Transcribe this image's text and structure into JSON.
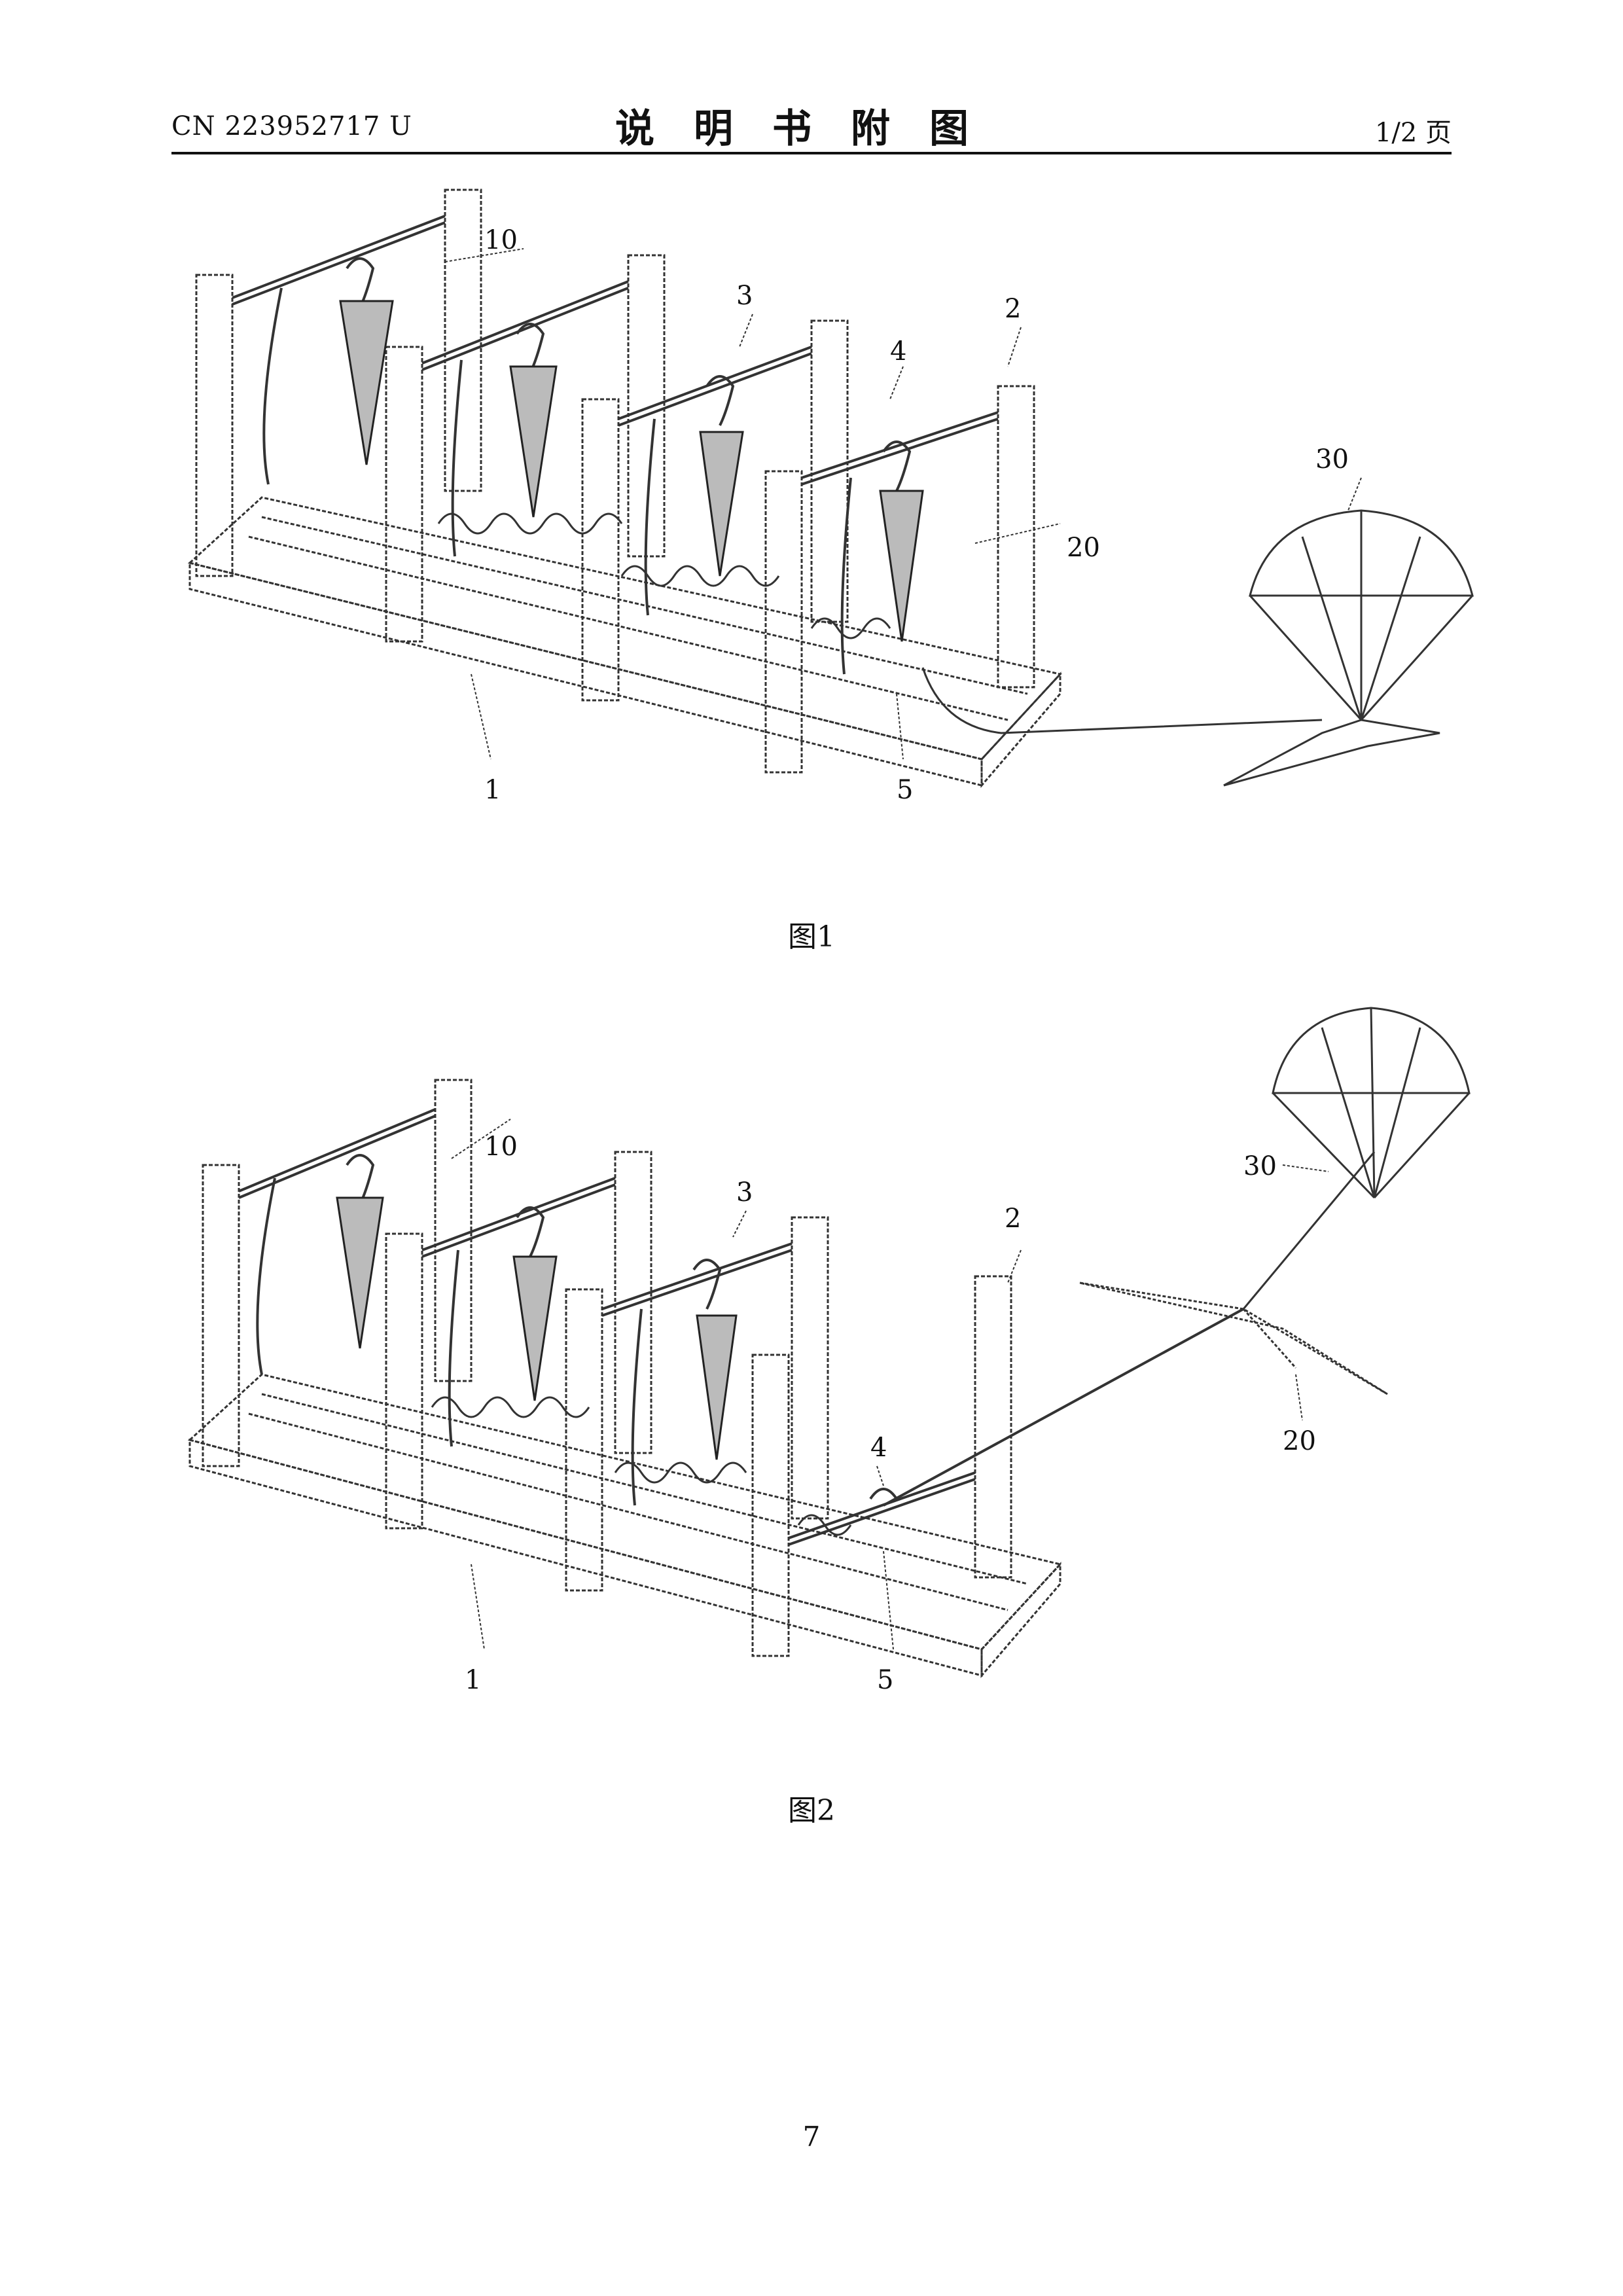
{
  "header": {
    "doc_number": "CN 223952717 U",
    "title": "说明书附图",
    "page_of": "1/2 页"
  },
  "figures": [
    {
      "caption": "图1",
      "labels": {
        "base": "1",
        "post": "2",
        "rod": "3",
        "hook": "4",
        "spring": "5",
        "umbrella": "10",
        "rope": "20",
        "parachute": "30"
      }
    },
    {
      "caption": "图2",
      "labels": {
        "base": "1",
        "post": "2",
        "rod": "3",
        "hook": "4",
        "spring": "5",
        "umbrella": "10",
        "rope": "20",
        "parachute": "30"
      }
    }
  ],
  "footer": {
    "page_number": "7"
  }
}
